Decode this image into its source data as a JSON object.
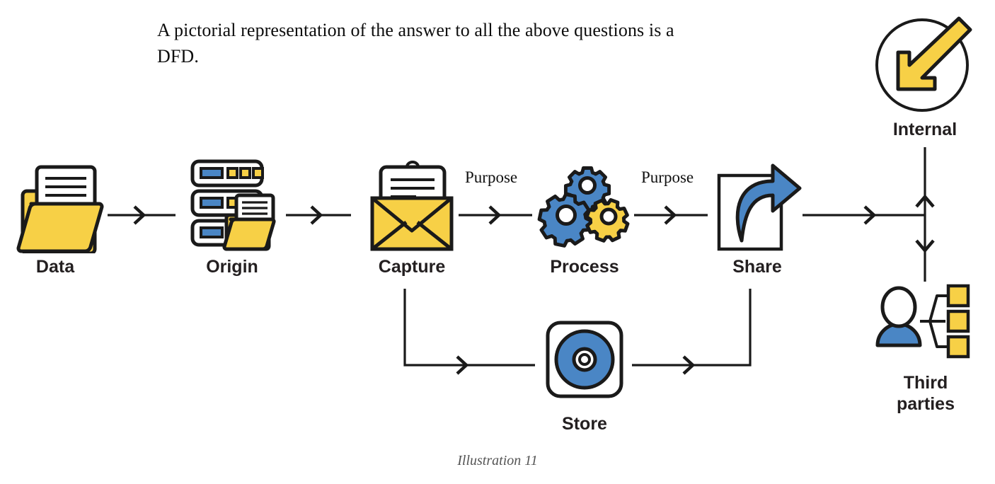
{
  "intro": {
    "text": "A pictorial representation of the answer to all the above questions is a DFD."
  },
  "caption": {
    "text": "Illustration 11"
  },
  "colors": {
    "yellow": "#F7D046",
    "blue": "#4A86C5",
    "outline": "#1A1A1A",
    "label": "#231f20",
    "caption": "#555555",
    "white": "#FFFFFF"
  },
  "diagram": {
    "nodes": [
      {
        "id": "data",
        "label": "Data",
        "icon": "folder-document-icon"
      },
      {
        "id": "origin",
        "label": "Origin",
        "icon": "server-rack-folder-icon"
      },
      {
        "id": "capture",
        "label": "Capture",
        "icon": "envelope-document-icon"
      },
      {
        "id": "process",
        "label": "Process",
        "icon": "gears-icon"
      },
      {
        "id": "share",
        "label": "Share",
        "icon": "page-share-arrow-icon"
      },
      {
        "id": "store",
        "label": "Store",
        "icon": "disc-storage-icon"
      },
      {
        "id": "internal",
        "label": "Internal",
        "icon": "circle-inward-arrow-icon"
      },
      {
        "id": "third_parties",
        "label": "Third\nparties",
        "icon": "person-network-icon"
      }
    ],
    "edge_labels": [
      {
        "id": "purpose_1",
        "text": "Purpose"
      },
      {
        "id": "purpose_2",
        "text": "Purpose"
      }
    ]
  }
}
